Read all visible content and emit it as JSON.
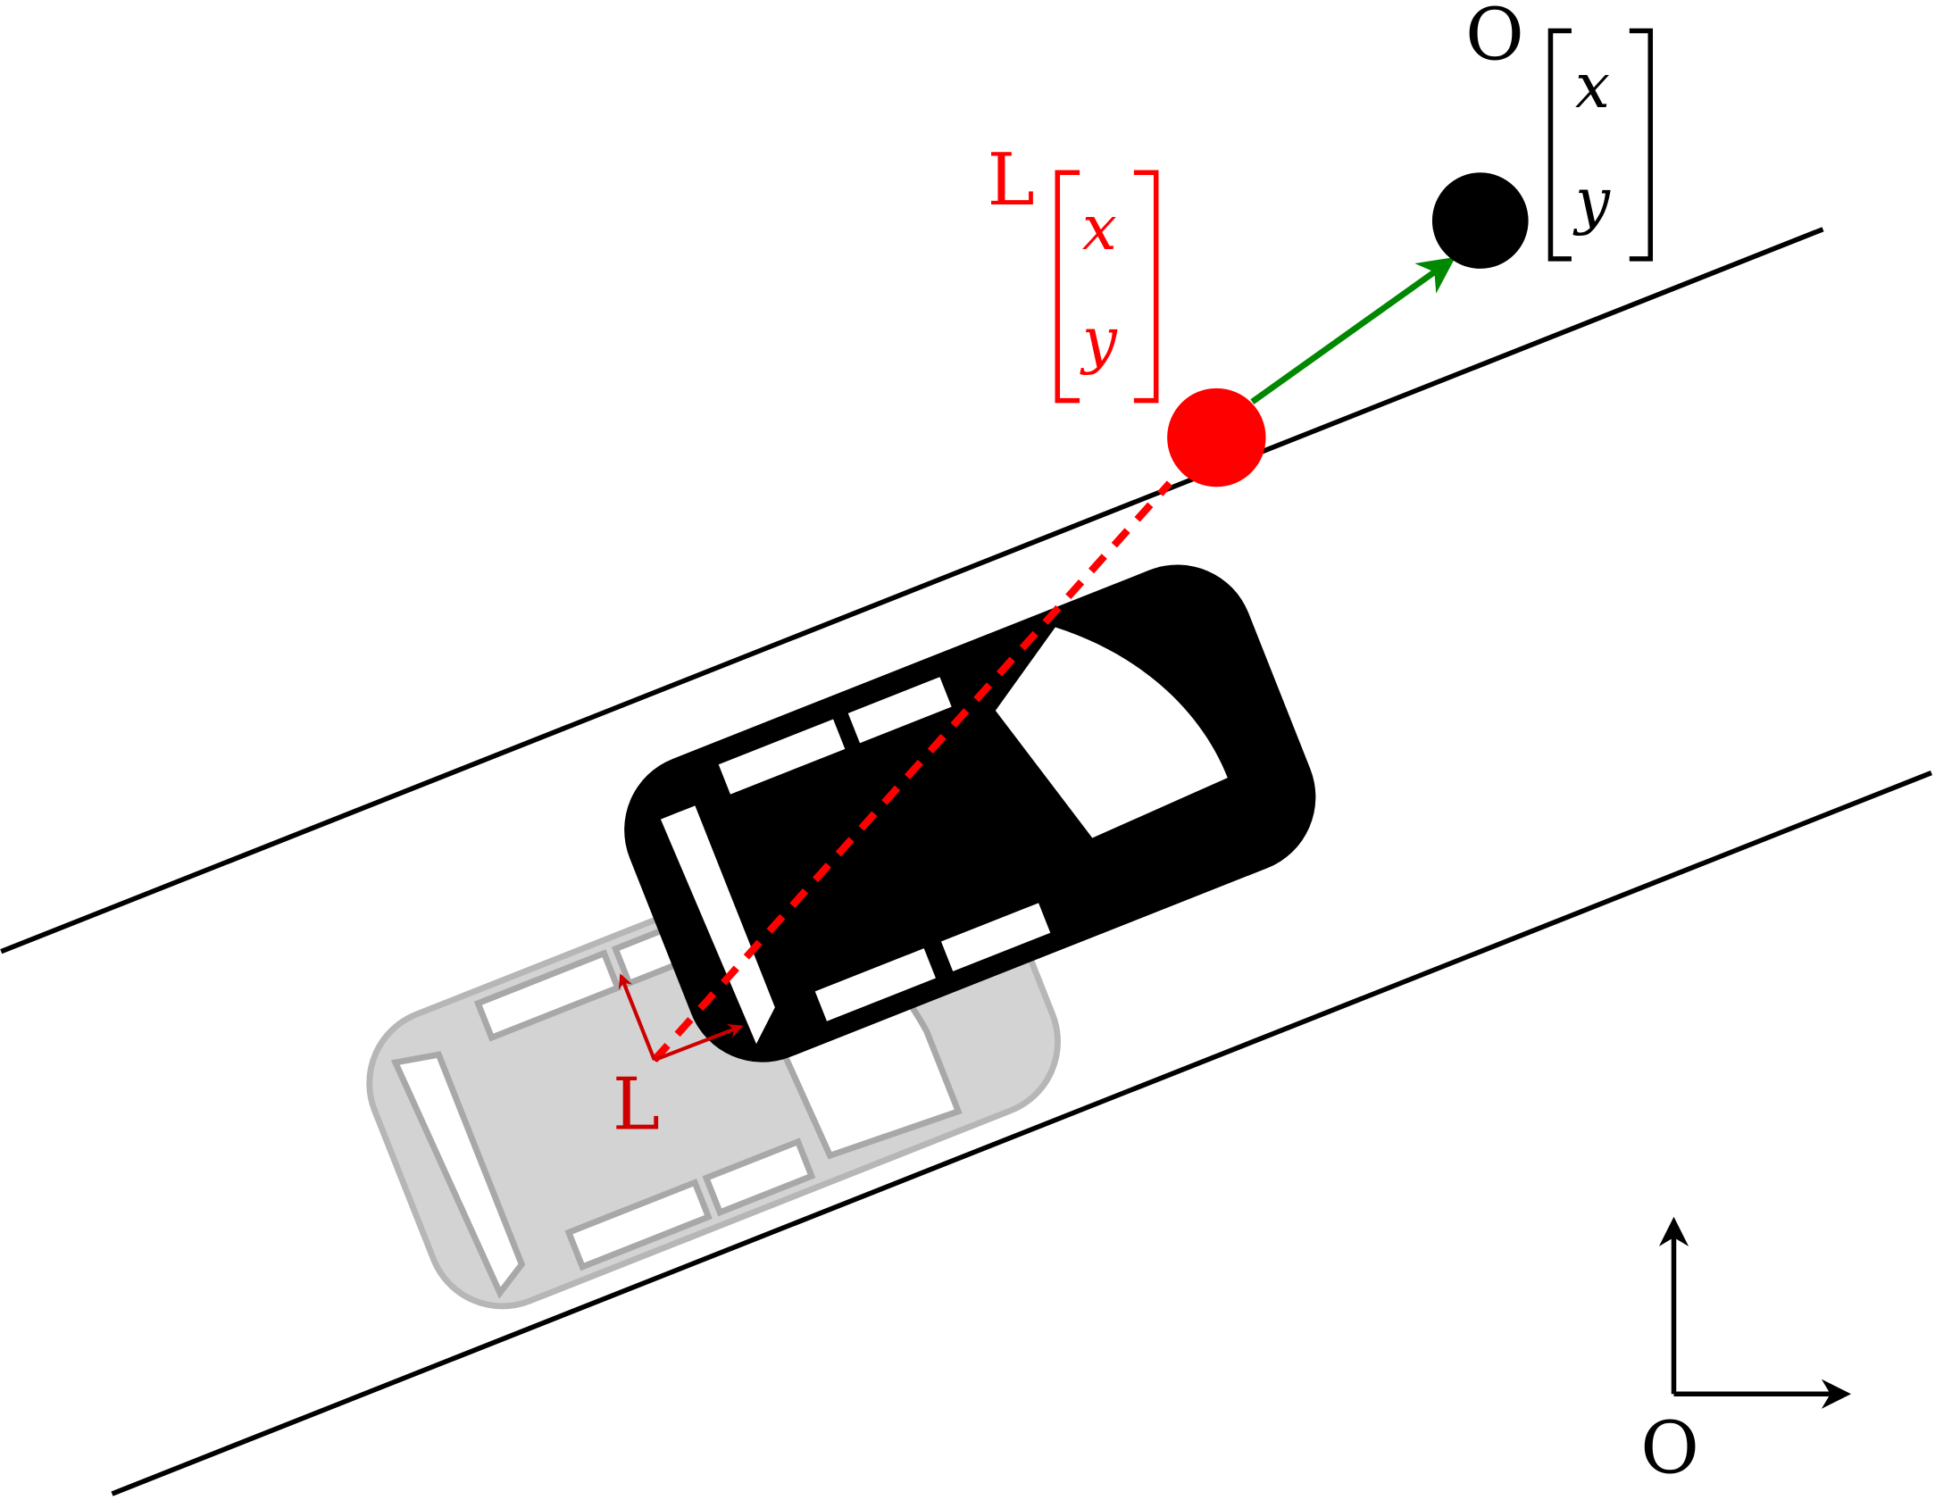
{
  "labels": {
    "local_frame": "L",
    "origin_frame": "O",
    "local_vector": {
      "prefix": "L",
      "x": "x",
      "y": "y"
    },
    "origin_vector": {
      "prefix": "O",
      "x": "x",
      "y": "y"
    }
  },
  "colors": {
    "local": "#ff0000",
    "local_dark": "#cc0000",
    "origin": "#000000",
    "motion_arrow": "#008800",
    "ghost_car": "#cccccc"
  }
}
